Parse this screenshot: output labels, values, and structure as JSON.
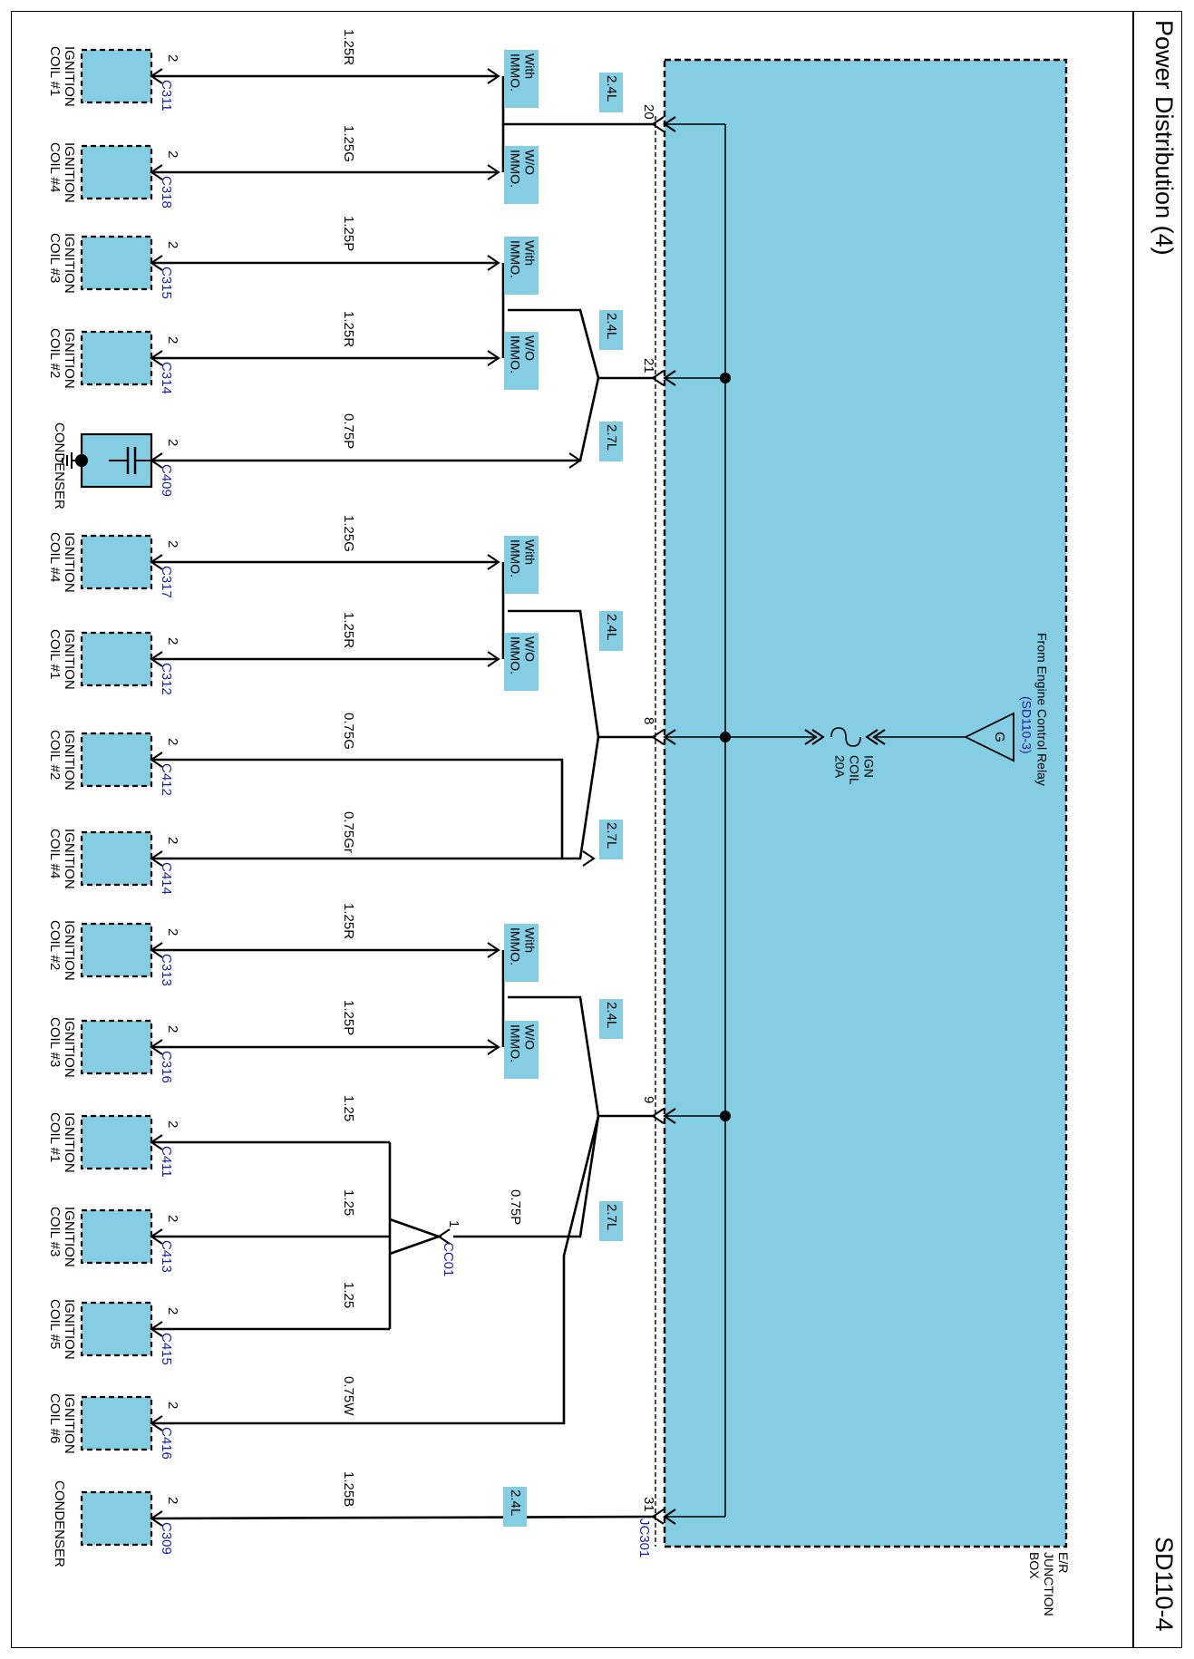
{
  "title": "Power Distribution (4)",
  "page_id": "SD110-4",
  "junction_box": {
    "label_lines": [
      "E/R",
      "JUNCTION",
      "BOX"
    ],
    "connector": "JC301",
    "fill_color": "#84cde2"
  },
  "power_source": {
    "label": "From Engine Control Relay",
    "reference": "(SD110-3)",
    "ground_symbol": "G",
    "fuse_lines": [
      "IGN",
      "COIL",
      "20A"
    ]
  },
  "wire_gauge_tags": {
    "pin20": "2.4L",
    "pin21_a": "2.4L",
    "pin21_b": "2.7L",
    "pin8_a": "2.4L",
    "pin8_b": "2.7L",
    "pin9_a": "2.4L",
    "pin9_b": "2.7L",
    "pin31": "2.4L"
  },
  "pins": {
    "p20": "20",
    "p21": "21",
    "p8": "8",
    "p9": "9",
    "p31": "31"
  },
  "option_tags": {
    "with": "With IMMO.",
    "without": "W/O IMMO."
  },
  "splice": {
    "name": "CC01",
    "pin": "1",
    "wire": "0.75P"
  },
  "components": [
    {
      "name_lines": [
        "IGNITION",
        "COIL #1"
      ],
      "connector": "C311",
      "pin": "2",
      "wire": "1.25R"
    },
    {
      "name_lines": [
        "IGNITION",
        "COIL #4"
      ],
      "connector": "C318",
      "pin": "2",
      "wire": "1.25G"
    },
    {
      "name_lines": [
        "IGNITION",
        "COIL #3"
      ],
      "connector": "C315",
      "pin": "2",
      "wire": "1.25P"
    },
    {
      "name_lines": [
        "IGNITION",
        "COIL #2"
      ],
      "connector": "C314",
      "pin": "2",
      "wire": "1.25R"
    },
    {
      "name_lines": [
        "CONDENSER"
      ],
      "connector": "C409",
      "pin": "2",
      "wire": "0.75P"
    },
    {
      "name_lines": [
        "IGNITION",
        "COIL #4"
      ],
      "connector": "C317",
      "pin": "2",
      "wire": "1.25G"
    },
    {
      "name_lines": [
        "IGNITION",
        "COIL #1"
      ],
      "connector": "C312",
      "pin": "2",
      "wire": "1.25R"
    },
    {
      "name_lines": [
        "IGNITION",
        "COIL #2"
      ],
      "connector": "C412",
      "pin": "2",
      "wire": "0.75G"
    },
    {
      "name_lines": [
        "IGNITION",
        "COIL #4"
      ],
      "connector": "C414",
      "pin": "2",
      "wire": "0.75Gr"
    },
    {
      "name_lines": [
        "IGNITION",
        "COIL #2"
      ],
      "connector": "C313",
      "pin": "2",
      "wire": "1.25R"
    },
    {
      "name_lines": [
        "IGNITION",
        "COIL #3"
      ],
      "connector": "C316",
      "pin": "2",
      "wire": "1.25P"
    },
    {
      "name_lines": [
        "IGNITION",
        "COIL #1"
      ],
      "connector": "C411",
      "pin": "2",
      "wire": "1.25"
    },
    {
      "name_lines": [
        "IGNITION",
        "COIL #3"
      ],
      "connector": "C413",
      "pin": "2",
      "wire": "1.25"
    },
    {
      "name_lines": [
        "IGNITION",
        "COIL #5"
      ],
      "connector": "C415",
      "pin": "2",
      "wire": "1.25"
    },
    {
      "name_lines": [
        "IGNITION",
        "COIL #6"
      ],
      "connector": "C416",
      "pin": "2",
      "wire": "0.75W"
    },
    {
      "name_lines": [
        "CONDENSER"
      ],
      "connector": "C309",
      "pin": "2",
      "wire": "1.25B"
    }
  ],
  "colors": {
    "component_fill": "#84cde2",
    "connector_text": "#1a1aa8",
    "wire": "#000000"
  }
}
